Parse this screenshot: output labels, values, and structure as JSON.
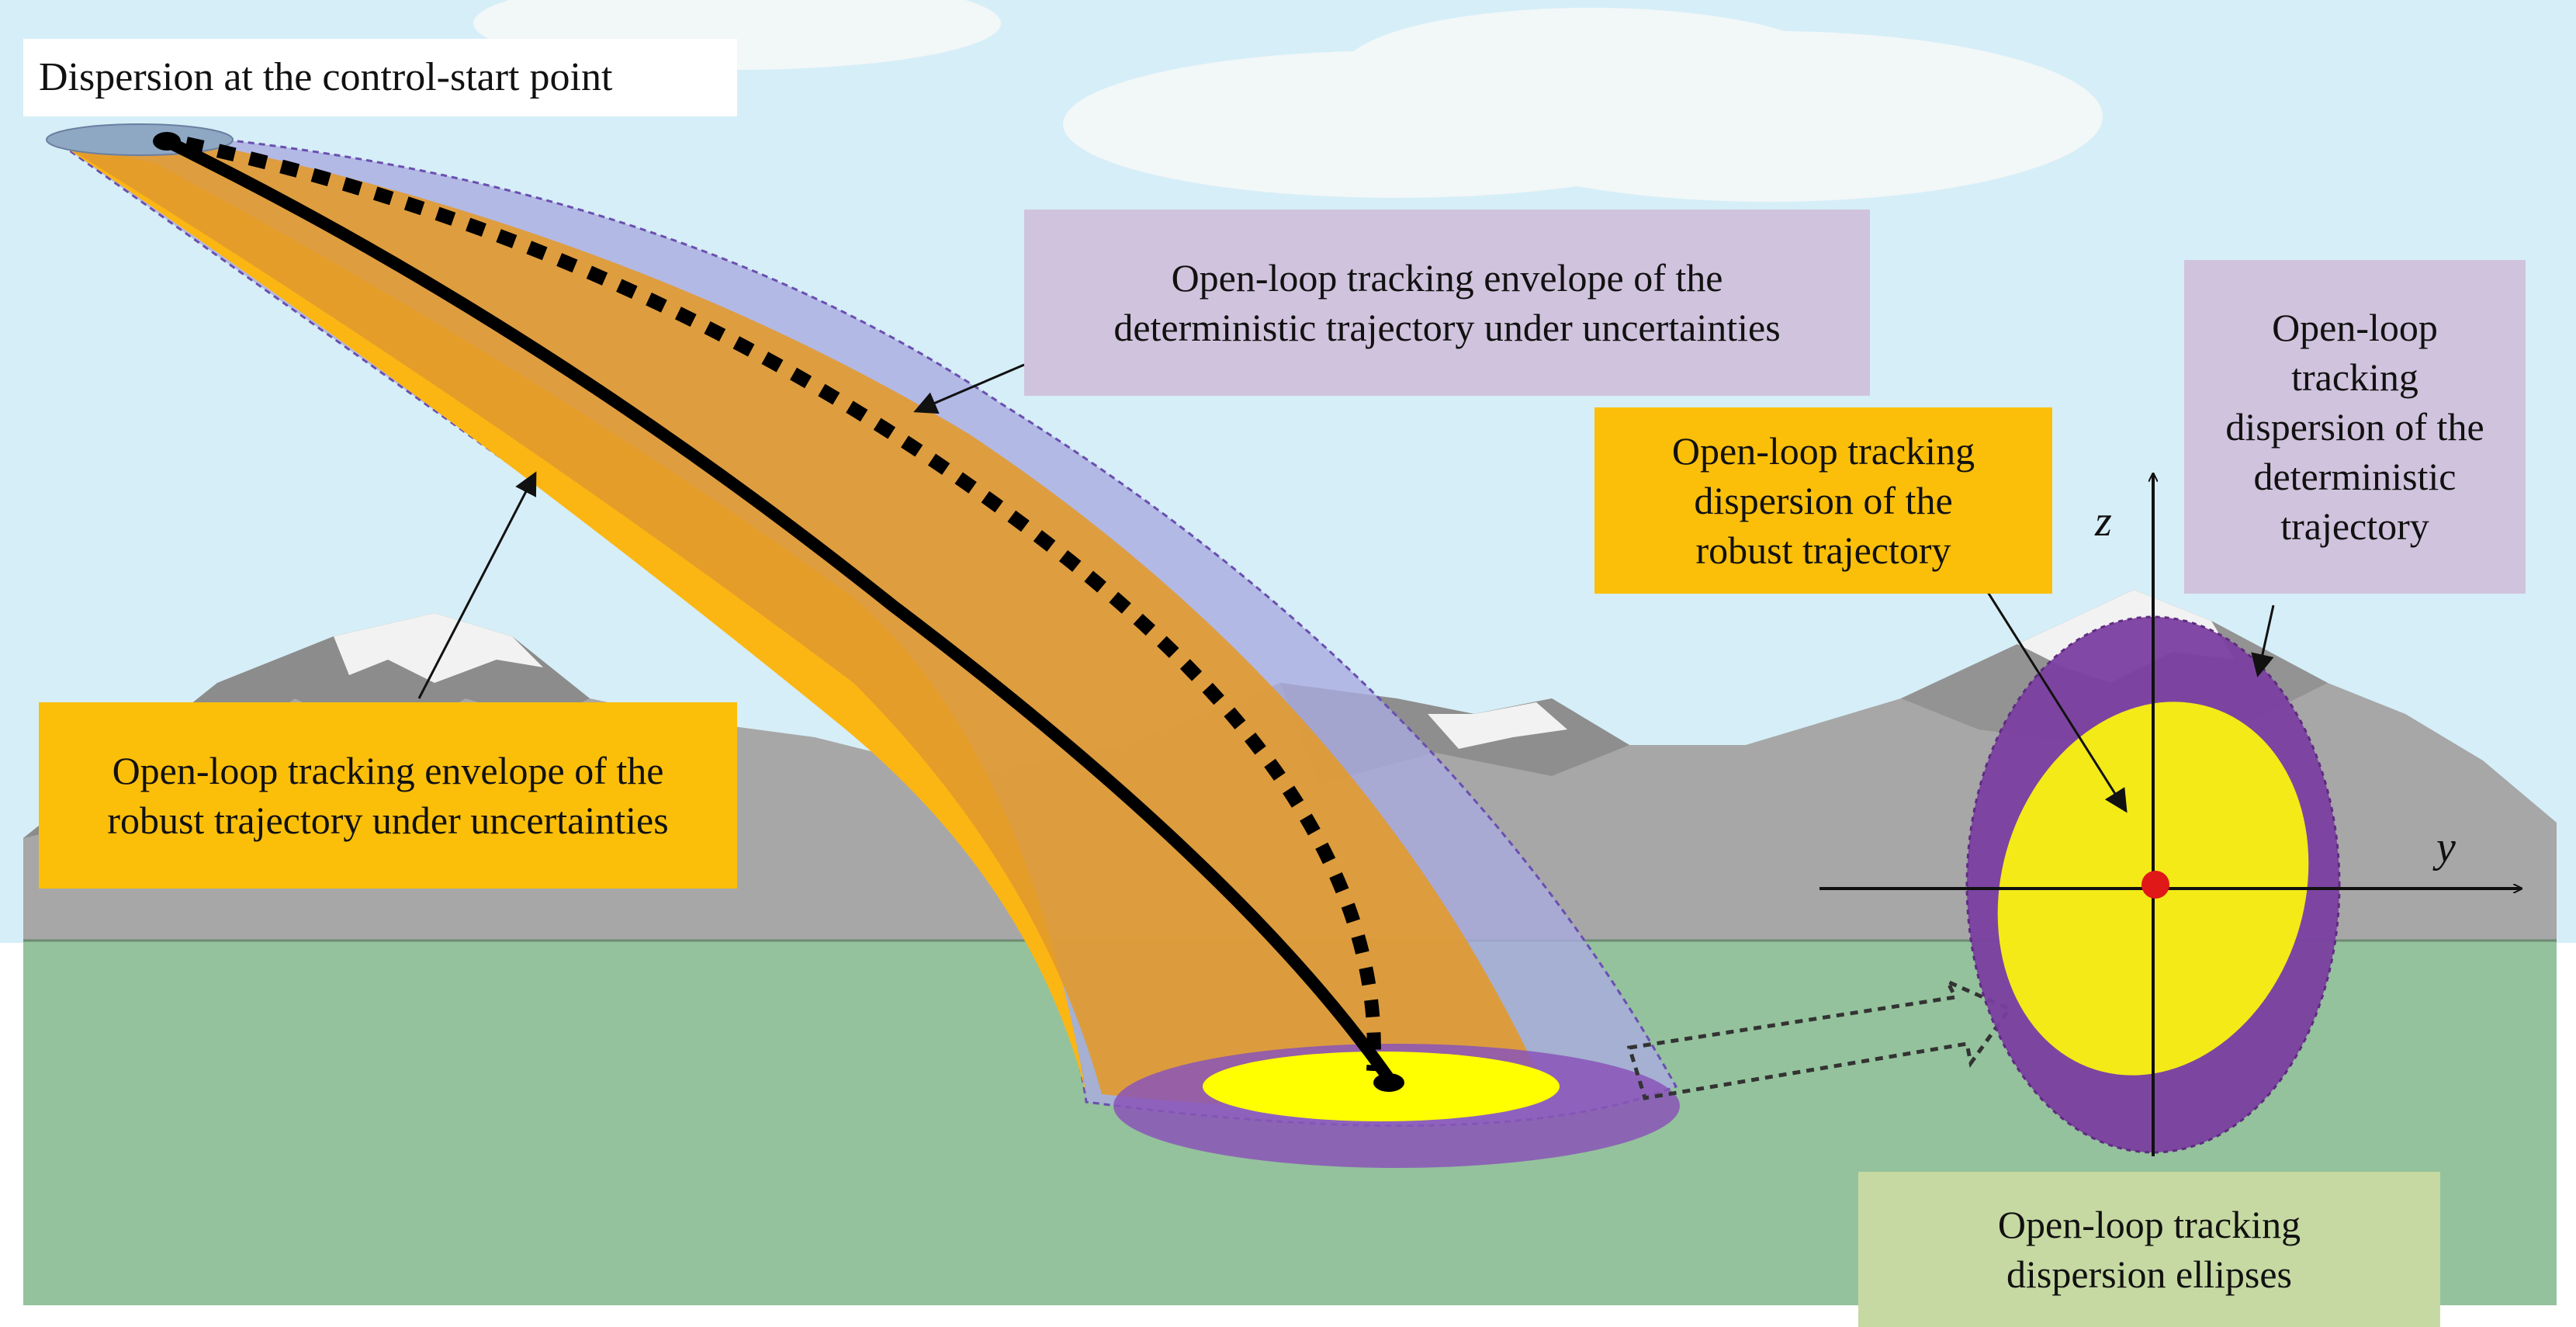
{
  "labels": {
    "control_start": "Dispersion at the control-start point",
    "det_envelope": [
      "Open-loop tracking envelope of the",
      "deterministic trajectory under uncertainties"
    ],
    "robust_envelope": [
      "Open-loop tracking envelope of the",
      "robust trajectory under uncertainties"
    ],
    "robust_dispersion": [
      "Open-loop tracking",
      "dispersion of the",
      "robust trajectory"
    ],
    "det_dispersion": [
      "Open-loop",
      "tracking",
      "dispersion of the",
      "deterministic",
      "trajectory"
    ],
    "ellipses": [
      "Open-loop tracking",
      "dispersion ellipses"
    ]
  },
  "axes": {
    "y": "y",
    "z": "z"
  },
  "colors": {
    "sky": "#d6eef7",
    "ground": "#94c29c",
    "mountain": "#a9a9a9",
    "snow": "#f4f4f4",
    "robust_envelope": "#e29a2c",
    "robust_side": "#fbb614",
    "det_envelope": "#a9abe0",
    "det_ellipse": "#7a3fa0",
    "robust_ellipse": "#f3ea18",
    "center_dot": "#e01818",
    "label_purple": "#d0c3dd",
    "label_orange": "#fbbf0a",
    "label_green": "#c6d9a2"
  }
}
